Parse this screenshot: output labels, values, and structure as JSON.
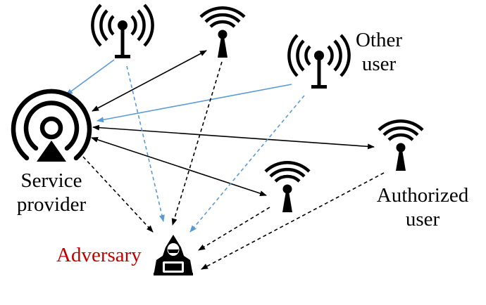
{
  "labels": {
    "other_user_line1": "Other",
    "other_user_line2": "user",
    "service_line1": "Service",
    "service_line2": "provider",
    "authorized_line1": "Authorized",
    "authorized_line2": "user",
    "adversary": "Adversary"
  },
  "colors": {
    "black": "#000000",
    "blue": "#5b9bd5",
    "adversary": "#c00000"
  },
  "icons": {
    "service_provider": "broadcast-tower-icon",
    "other_user": "antenna-icon",
    "authorized_user": "wifi-tower-icon",
    "adversary": "hacker-icon"
  }
}
